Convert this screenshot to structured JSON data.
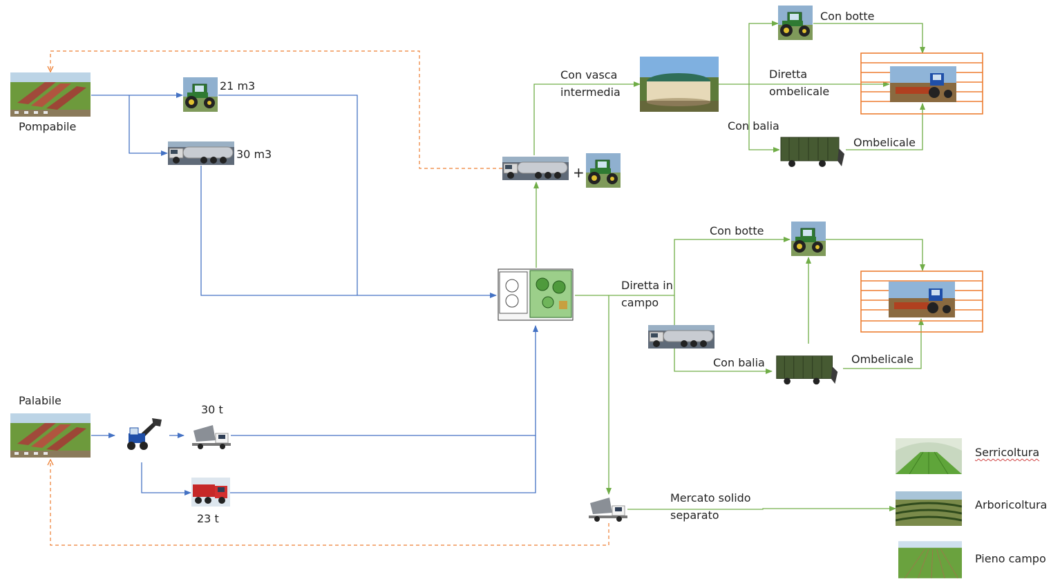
{
  "labels": {
    "pompabile": "Pompabile",
    "palabile": "Palabile",
    "v21m3": "21 m3",
    "v30m3": "30 m3",
    "v30t": "30 t",
    "v23t": "23 t",
    "plus": "+",
    "con_vasca_1": "Con vasca",
    "con_vasca_2": "intermedia",
    "con_botte_top": "Con botte",
    "diretta_omb_1": "Diretta",
    "diretta_omb_2": "ombelicale",
    "con_balia_top": "Con balia",
    "ombelicale_top": "Ombelicale",
    "con_botte_mid": "Con botte",
    "diretta_campo_1": "Diretta in",
    "diretta_campo_2": "campo",
    "con_balia_mid": "Con balia",
    "ombelicale_mid": "Ombelicale",
    "mercato_1": "Mercato solido",
    "mercato_2": "separato",
    "serricoltura": "Serricoltura",
    "arboricoltura": "Arboricoltura",
    "pieno_campo": "Pieno campo"
  },
  "colors": {
    "blue": "#4472c4",
    "green": "#70ad47",
    "orange": "#ed7d31"
  },
  "icons": [
    "farm-icon",
    "tractor-icon",
    "tanker-truck-icon",
    "telehandler-icon",
    "dump-truck-icon",
    "biogas-plant-icon",
    "storage-tank-icon",
    "container-trailer-icon",
    "field-spreading-icon",
    "greenhouse-icon",
    "orchard-icon",
    "open-field-icon"
  ]
}
